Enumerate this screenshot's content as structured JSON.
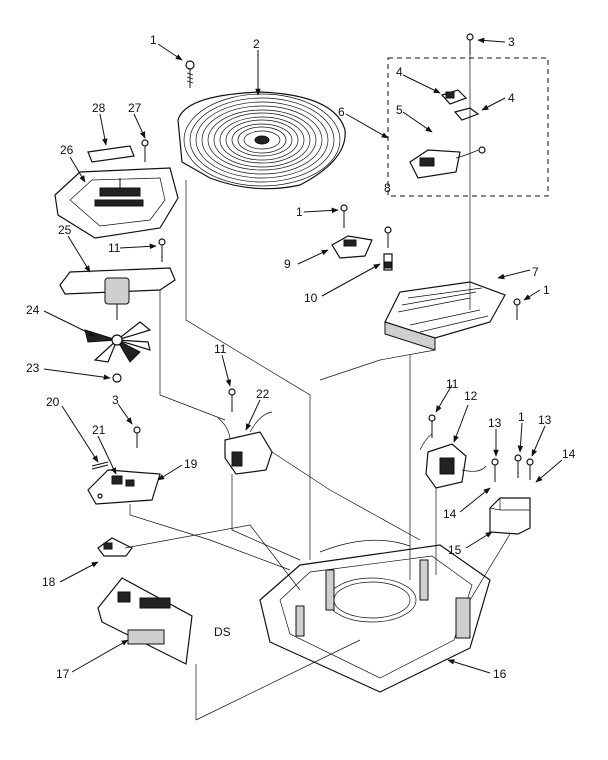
{
  "diagram": {
    "type": "exploded-parts-view",
    "drawing_code": "DS",
    "callouts": [
      {
        "id": "1",
        "label": "1"
      },
      {
        "id": "2",
        "label": "2"
      },
      {
        "id": "3",
        "label": "3"
      },
      {
        "id": "4a",
        "label": "4"
      },
      {
        "id": "4b",
        "label": "4"
      },
      {
        "id": "5",
        "label": "5"
      },
      {
        "id": "6",
        "label": "6"
      },
      {
        "id": "7",
        "label": "7"
      },
      {
        "id": "1b",
        "label": "1"
      },
      {
        "id": "8",
        "label": "8"
      },
      {
        "id": "1c",
        "label": "1"
      },
      {
        "id": "9",
        "label": "9"
      },
      {
        "id": "10",
        "label": "10"
      },
      {
        "id": "28",
        "label": "28"
      },
      {
        "id": "27",
        "label": "27"
      },
      {
        "id": "26",
        "label": "26"
      },
      {
        "id": "25",
        "label": "25"
      },
      {
        "id": "11a",
        "label": "11"
      },
      {
        "id": "24",
        "label": "24"
      },
      {
        "id": "23",
        "label": "23"
      },
      {
        "id": "11b",
        "label": "11"
      },
      {
        "id": "22",
        "label": "22"
      },
      {
        "id": "11c",
        "label": "11"
      },
      {
        "id": "12",
        "label": "12"
      },
      {
        "id": "20",
        "label": "20"
      },
      {
        "id": "21",
        "label": "21"
      },
      {
        "id": "3b",
        "label": "3"
      },
      {
        "id": "19",
        "label": "19"
      },
      {
        "id": "13a",
        "label": "13"
      },
      {
        "id": "1d",
        "label": "1"
      },
      {
        "id": "13b",
        "label": "13"
      },
      {
        "id": "14a",
        "label": "14"
      },
      {
        "id": "14b",
        "label": "14"
      },
      {
        "id": "15",
        "label": "15"
      },
      {
        "id": "18",
        "label": "18"
      },
      {
        "id": "17",
        "label": "17"
      },
      {
        "id": "16",
        "label": "16"
      }
    ]
  }
}
